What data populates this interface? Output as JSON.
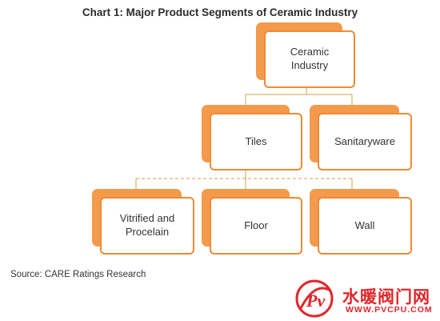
{
  "title": "Chart 1: Major Product Segments of Ceramic Industry",
  "nodes": {
    "ceramic_industry": "Ceramic\nIndustry",
    "tiles": "Tiles",
    "sanitaryware": "Sanitaryware",
    "vitrified": "Vitrified and\nProcelain",
    "floor": "Floor",
    "wall": "Wall"
  },
  "source": "Source: CARE Ratings Research",
  "watermark": {
    "text": "水暖阀门网",
    "url": "WWW.PVCPU.COM",
    "logo_letters": "Pv"
  },
  "colors": {
    "accent": "#f08a34",
    "accent_back": "#f39a4c",
    "connector": "#d9b36a",
    "watermark": "#e0262a"
  }
}
